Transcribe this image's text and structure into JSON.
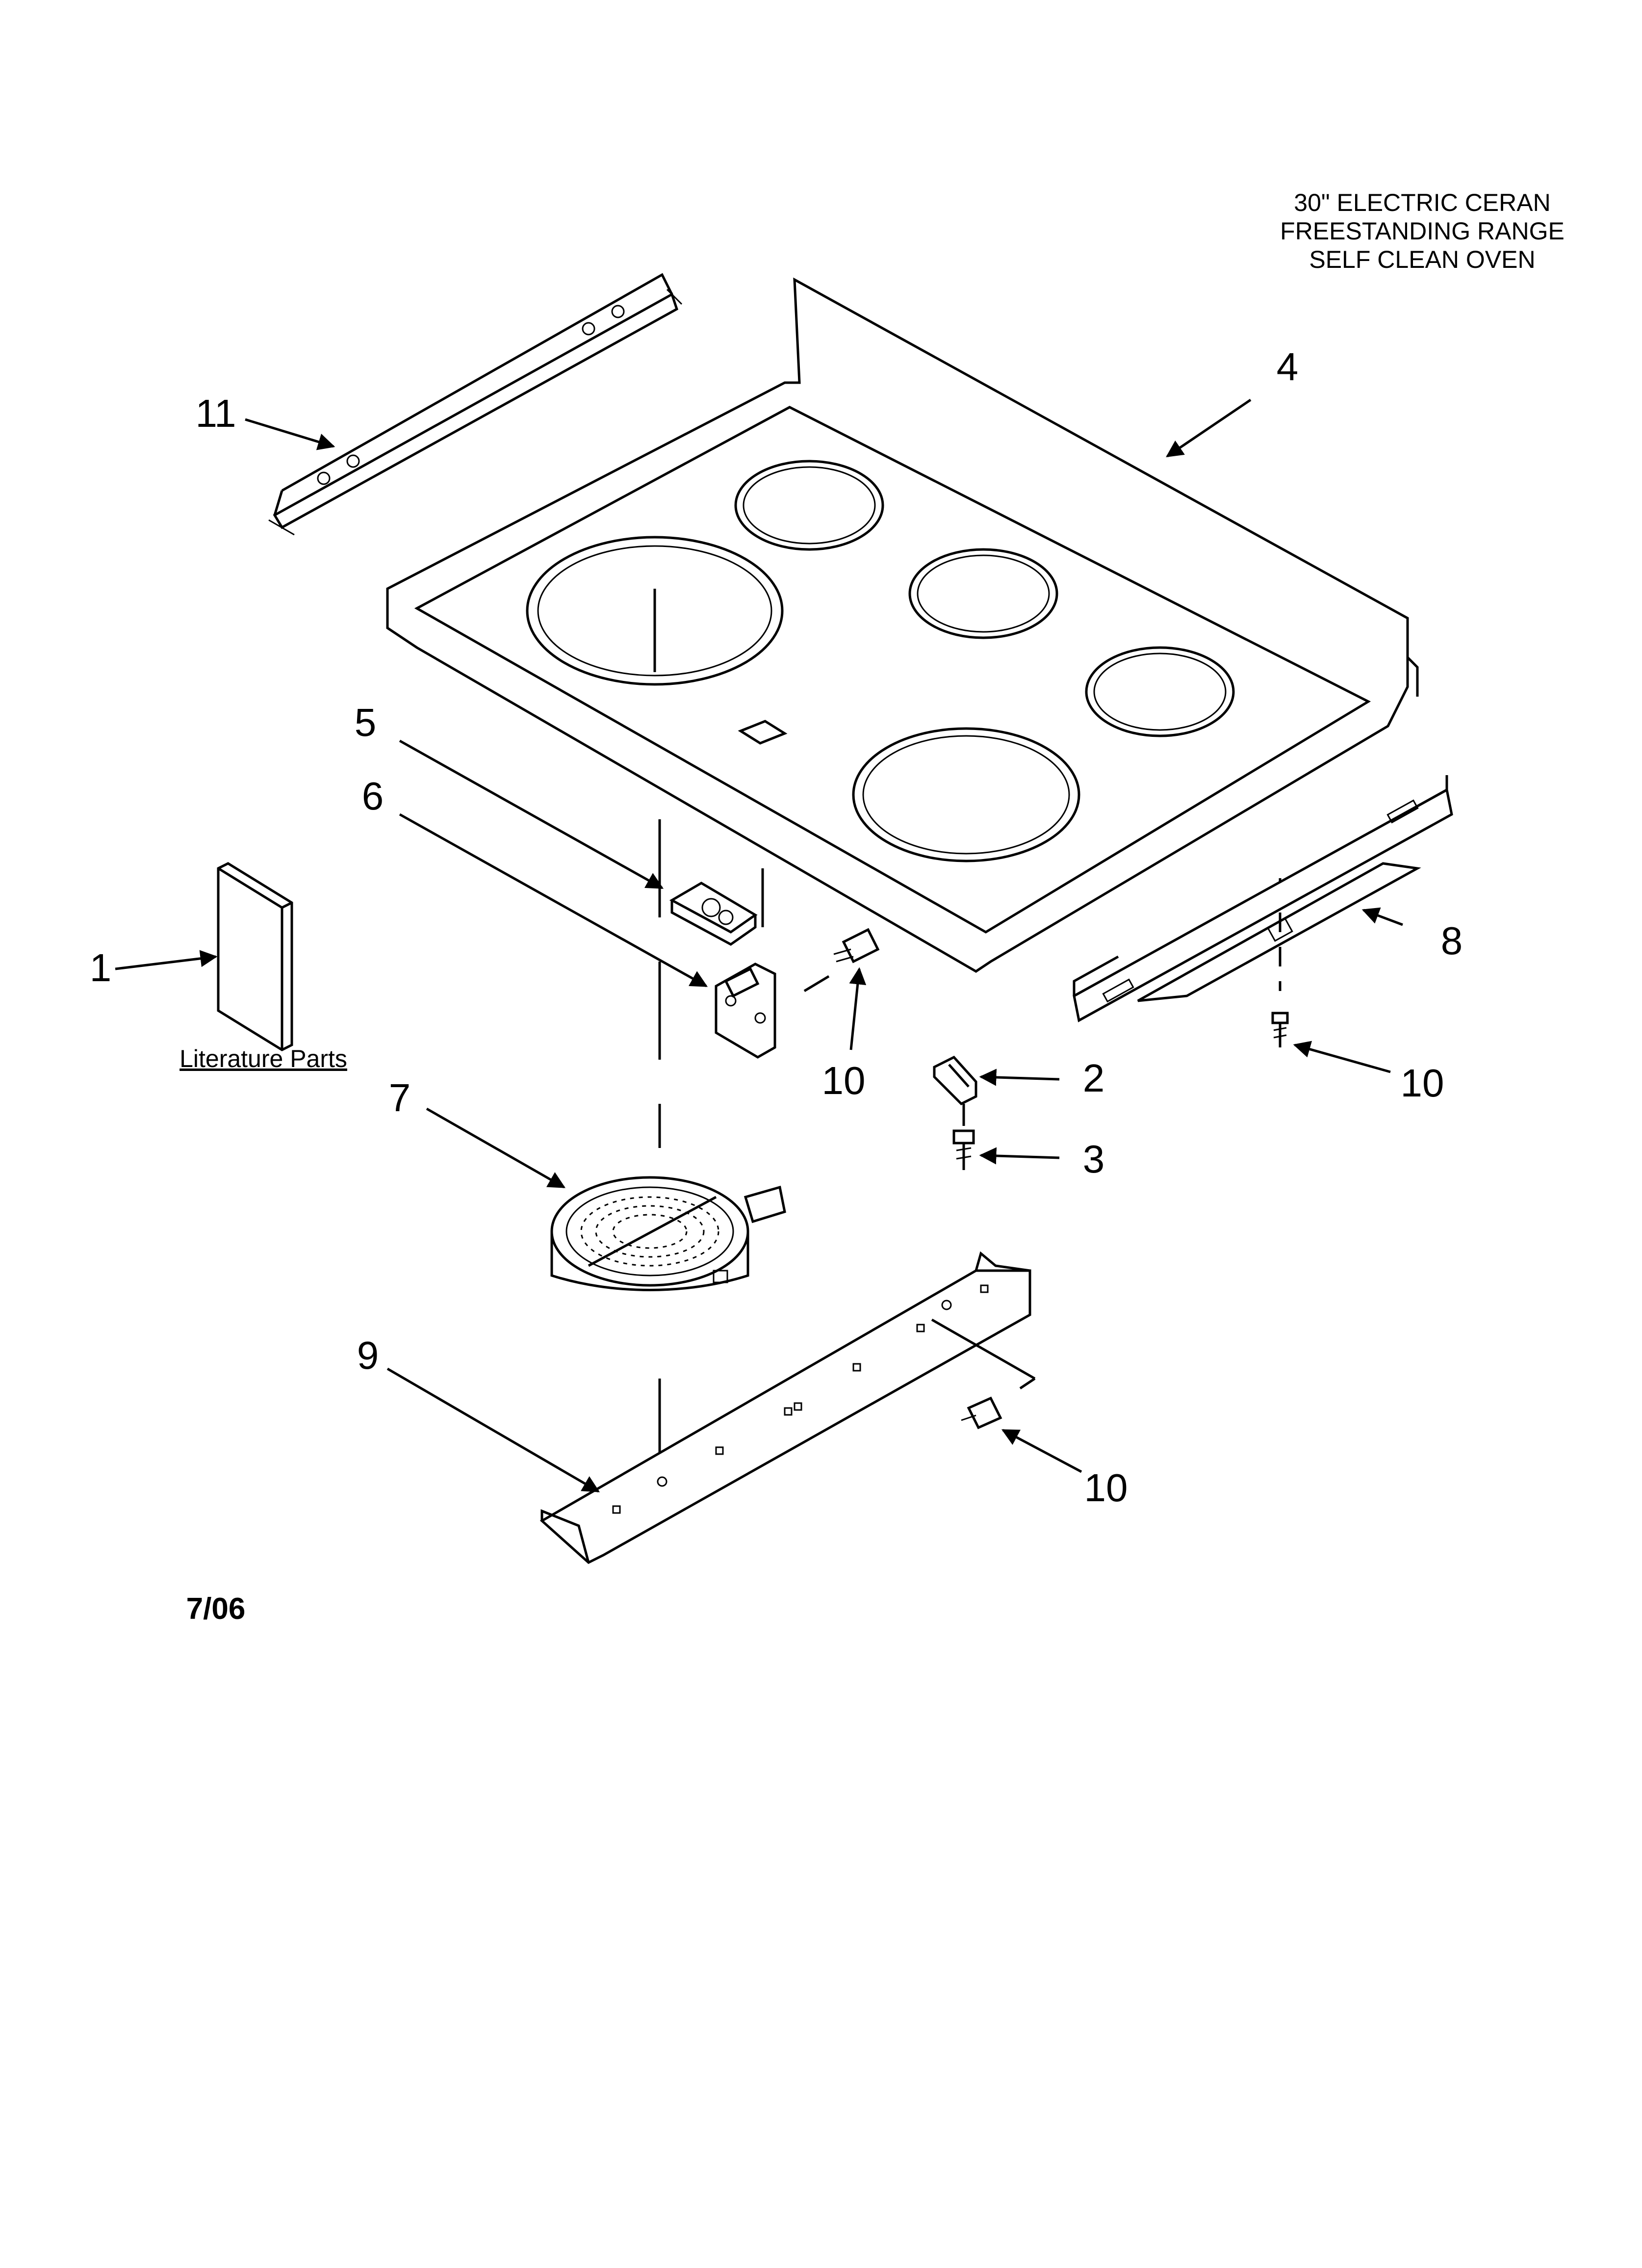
{
  "title": {
    "line1": "30\" ELECTRIC CERAN",
    "line2": "FREESTANDING RANGE",
    "line3": "SELF CLEAN OVEN"
  },
  "literature_label": "Literature Parts",
  "date": "7/06",
  "callouts": {
    "p1": "1",
    "p2": "2",
    "p3": "3",
    "p4": "4",
    "p5": "5",
    "p6": "6",
    "p7": "7",
    "p8": "8",
    "p9": "9",
    "p10a": "10",
    "p10b": "10",
    "p10c": "10",
    "p11": "11"
  }
}
